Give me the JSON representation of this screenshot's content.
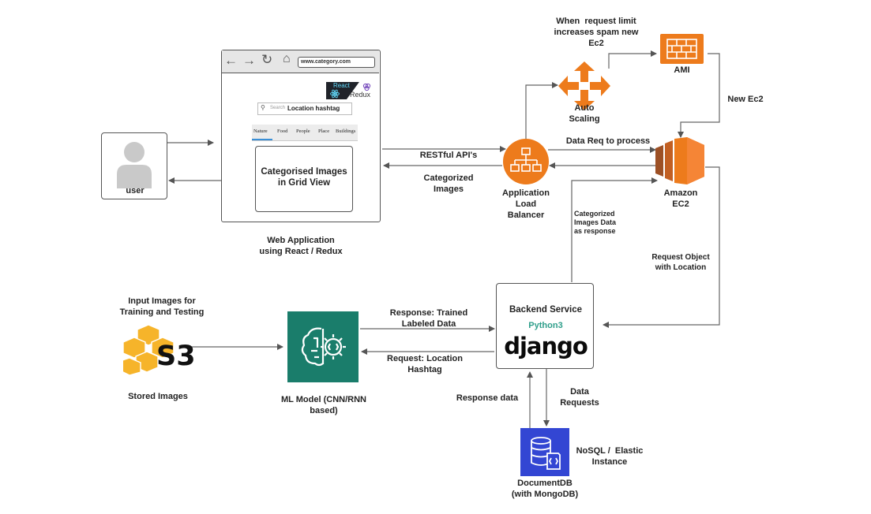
{
  "user": {
    "label": "user"
  },
  "browser": {
    "url": "www.category.com",
    "react_label": "React",
    "redux_label": "Redux",
    "search_placeholder": "Search",
    "search_value": "Location hashtag",
    "tabs": [
      "Nature",
      "Food",
      "People",
      "Place",
      "Buildings"
    ],
    "content_text": "Categorised Images\nin Grid View",
    "caption": "Web Application\nusing React / Redux"
  },
  "load_balancer": {
    "label": "Application\nLoad\nBalancer"
  },
  "auto_scaling": {
    "label": "Auto\nScaling",
    "note": "When  request limit\nincreases spam new\nEc2"
  },
  "ami": {
    "label": "AMI"
  },
  "ec2": {
    "label": "Amazon\nEC2"
  },
  "backend": {
    "title": "Backend Service",
    "language": "Python3",
    "framework": "django"
  },
  "ml_model": {
    "label": "ML Model (CNN/RNN\nbased)"
  },
  "s3": {
    "logo_text": "S3",
    "top_label": "Input Images for\nTraining and Testing",
    "bottom_label": "Stored Images"
  },
  "documentdb": {
    "label": "DocumentDB\n(with MongoDB)",
    "side_label": "NoSQL /  Elastic\nInstance"
  },
  "edges": {
    "restful": "RESTful API's",
    "categorized_images": "Categorized\nImages",
    "data_req": "Data Req to process",
    "new_ec2": "New Ec2",
    "categorized_data": "Categorized\nImages Data\nas response",
    "request_object": "Request Object\nwith Location",
    "response_trained": "Response: Trained\nLabeled Data",
    "request_location": "Request: Location\nHashtag",
    "response_data": "Response data",
    "data_requests": "Data\nRequests"
  },
  "colors": {
    "aws_orange": "#ED7B1C",
    "ml_green": "#1A7D6B",
    "docdb_blue": "#3346D3",
    "django_green": "#0C4B33",
    "python_teal": "#2E9E8A",
    "s3_yellow": "#F6B42A"
  }
}
